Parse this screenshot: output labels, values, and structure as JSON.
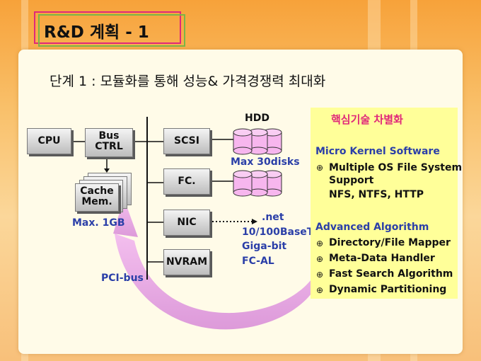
{
  "title": "R&D 계획 - 1",
  "subtitle": "단계 1 : 모듈화를 통해 성능& 가격경쟁력 최대화",
  "diagram": {
    "cpu": "CPU",
    "bus_ctrl_line1": "Bus",
    "bus_ctrl_line2": "CTRL",
    "cache_line1": "Cache",
    "cache_line2": "Mem.",
    "max_memory": "Max. 1GB",
    "scsi": "SCSI",
    "fc": "FC.",
    "nic": "NIC",
    "nvram": "NVRAM",
    "hdd": "HDD",
    "max_disks": "Max 30disks",
    "net_label": ".net",
    "net_speeds": [
      "10/100BaseT",
      "Giga-bit",
      "FC-AL"
    ],
    "pci_bus": "PCI-bus"
  },
  "core_tech": {
    "heading": "핵심기술 차별화",
    "section1_title": "Micro Kernel Software",
    "section1_items": [
      "Multiple OS File System",
      "Support",
      "NFS, NTFS, HTTP"
    ],
    "section2_title": "Advanced Algorithm",
    "section2_items": [
      "Directory/File Mapper",
      "Meta-Data Handler",
      "Fast Search Algorithm",
      "Dynamic Partitioning"
    ]
  },
  "colors": {
    "accent_blue": "#2b3fa8",
    "heading_red": "#e0287a",
    "highlight_yellow": "#ffff99",
    "arrow_pink": "#e6a0e0"
  }
}
